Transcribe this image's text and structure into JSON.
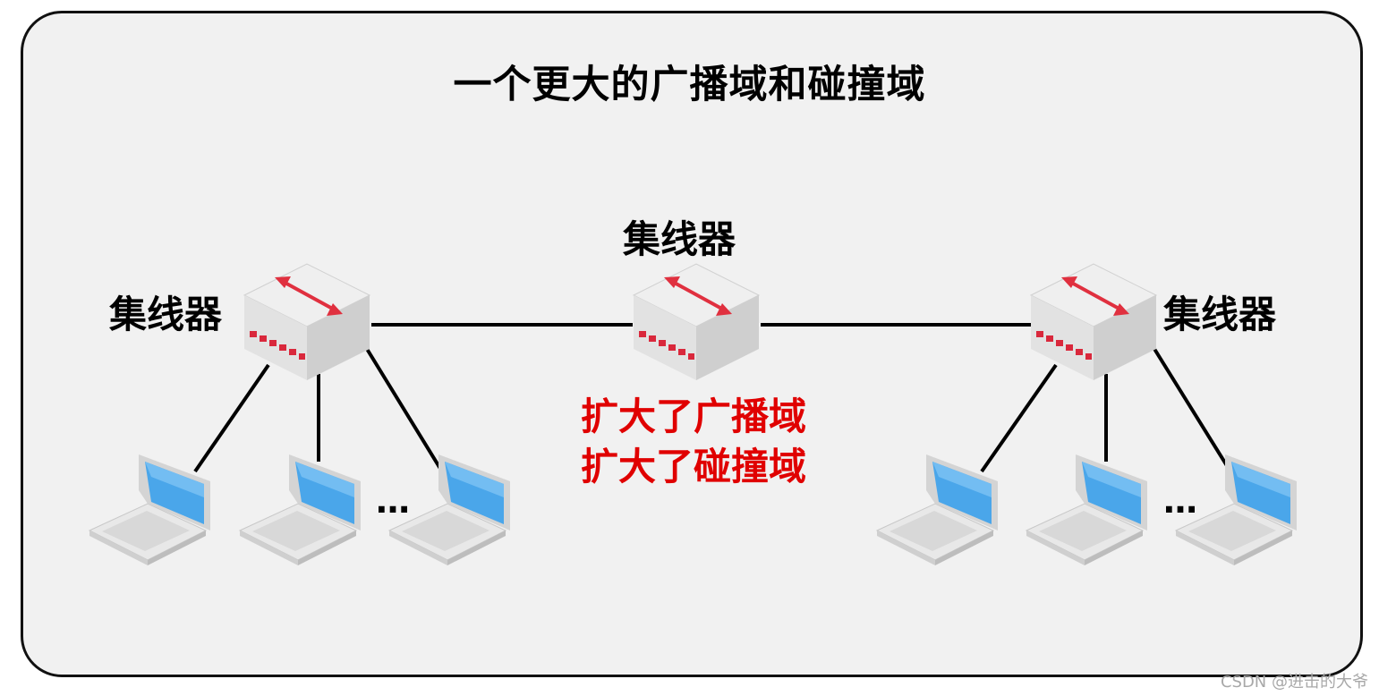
{
  "title": "一个更大的广播域和碰撞域",
  "hubs": {
    "left_label": "集线器",
    "center_label": "集线器",
    "right_label": "集线器"
  },
  "annotation": {
    "line1": "扩大了广播域",
    "line2": "扩大了碰撞域",
    "color": "#e00000"
  },
  "ellipsis": "…",
  "watermark": "CSDN @进击的大爷",
  "colors": {
    "frame_bg": "#f1f1f1",
    "hub_body": "#dcdcdc",
    "hub_ports": "#d9283c",
    "screen": "#4aa6ea"
  },
  "icons": [
    "hub-icon",
    "laptop-icon"
  ]
}
